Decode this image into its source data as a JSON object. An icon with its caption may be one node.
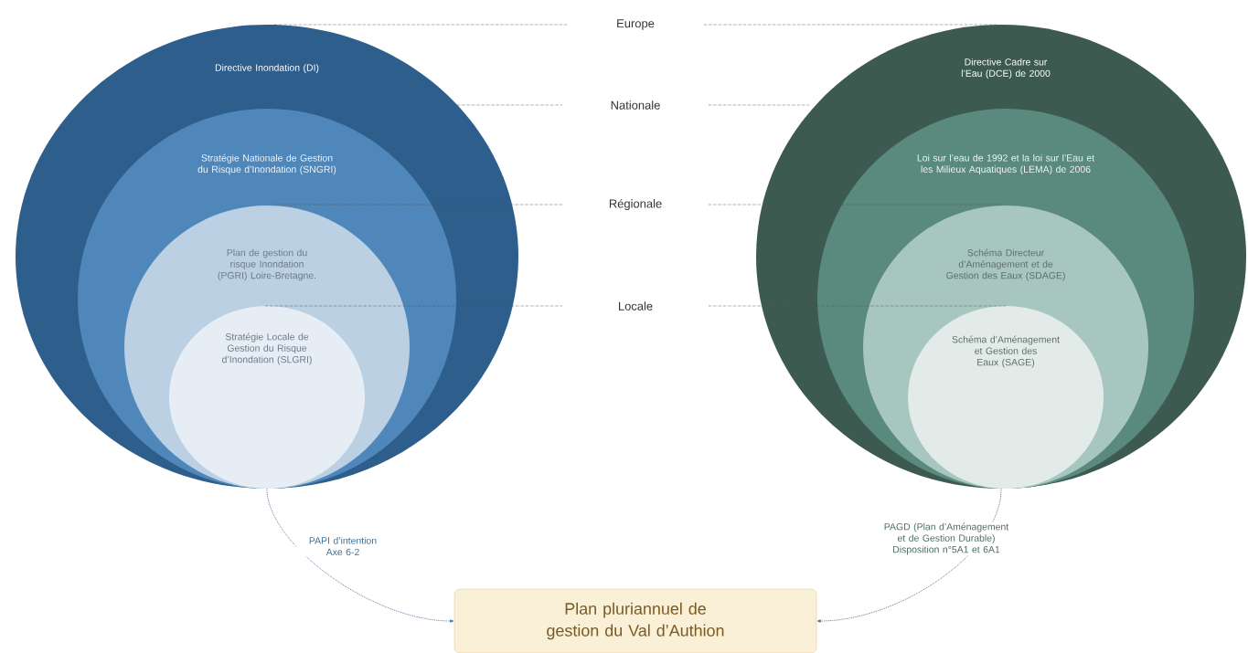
{
  "diagram": {
    "nodes": [
      {
        "text": [
          "Directive Inondation (DI)"
        ]
      },
      {
        "text": [
          "Stratégie Nationale de Gestion du Risque d’Inondation (SNGRI)"
        ],
        "in": 0
      },
      {
        "text": [
          "Plan de gestion du risque Inondation (PGRI) Loire-Bretagne."
        ],
        "in": 1
      },
      {
        "text": [
          "Stratégie Locale de Gestion du Risque d’Inondation (SLGRI)"
        ],
        "in": 2
      },
      {
        "text": [
          "Directive Cadre sur l’Eau (DCE) de 2000"
        ]
      },
      {
        "text": [
          "Loi sur l’eau de 1992 et la loi sur l’Eau et les Milieux Aquatiques (LEMA) de 2006"
        ],
        "in": 4
      },
      {
        "text": [
          "Schéma Directeur d’Aménagement et de Gestion des Eaux (SDAGE)"
        ],
        "in": 5
      },
      {
        "text": [
          "Schéma d’Aménagement et Gestion des Eaux (SAGE)"
        ],
        "in": 6
      },
      {
        "text": [
          "Plan pluriannuel de gestion du Val d’Authion"
        ]
      }
    ],
    "edges": [
      {
        "from": 0,
        "to": 8,
        "arrow": "to",
        "style": "dashed",
        "label": "PAPI d’intention Axe 6-2"
      },
      {
        "from": 4,
        "to": 8,
        "arrow": "to",
        "style": "dashed",
        "color": "#4d6b63",
        "label": "PAGD (Plan d’Aménagement et de Gestion Durable) Disposition n°5A1 et 6A1"
      }
    ],
    "labels": [
      "Europe",
      "Nationale",
      "Régionale",
      "Locale"
    ]
  }
}
